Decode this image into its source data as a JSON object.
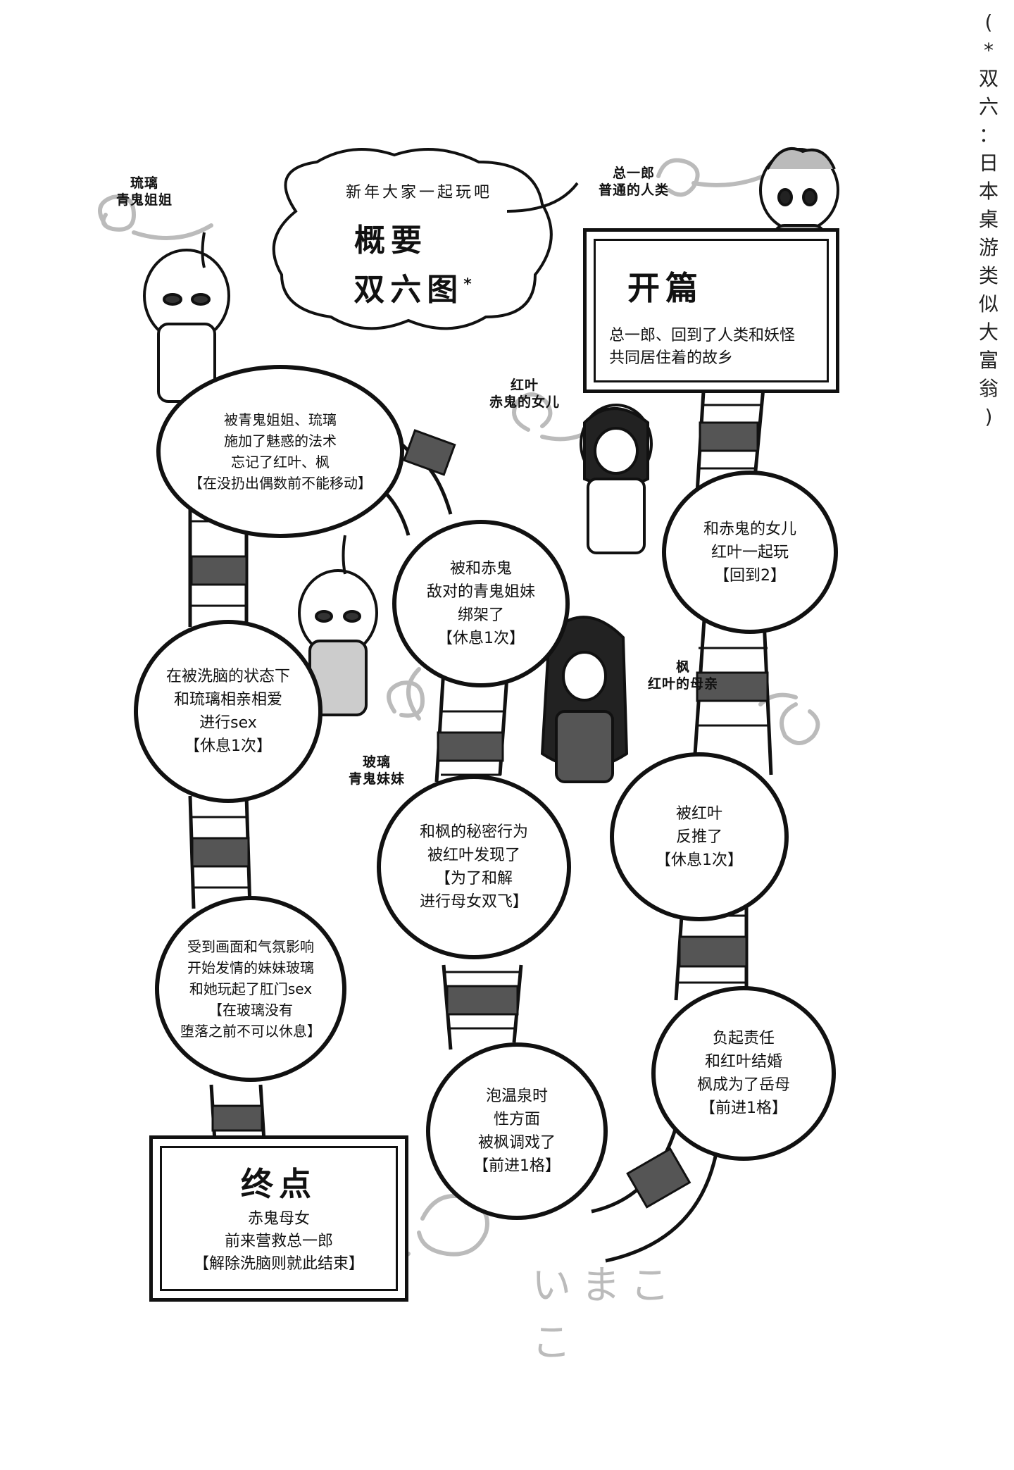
{
  "note_vertical": [
    "(",
    "*",
    "双",
    "六",
    "：",
    "日",
    "本",
    "桌",
    "游",
    "类",
    "似",
    "大",
    "富",
    "翁",
    ")"
  ],
  "bubble": {
    "line1": "新年大家一起玩吧",
    "line2": "概要",
    "line3": "双六图",
    "star": "*"
  },
  "captions": {
    "ruri_sister": [
      "琉璃",
      "青鬼姐姐"
    ],
    "souichirou": [
      "总一郎",
      "普通的人类"
    ],
    "kureha": [
      "红叶",
      "赤鬼的女儿"
    ],
    "kaede": [
      "枫",
      "红叶的母亲"
    ],
    "ruri_little": [
      "玻璃",
      "青鬼妹妹"
    ]
  },
  "start": {
    "title": "开篇",
    "lines": [
      "总一郎、回到了人类和妖怪",
      "共同居住着的故乡"
    ]
  },
  "goal": {
    "title": "终点",
    "lines": [
      "赤鬼母女",
      "前来营救总一郎",
      "【解除洗脑则就此结束】"
    ]
  },
  "cells": [
    {
      "id": "c1",
      "lines": [
        "和赤鬼的女儿",
        "红叶一起玩",
        "【回到2】"
      ]
    },
    {
      "id": "c2",
      "lines": [
        "被和赤鬼",
        "敌对的青鬼姐妹",
        "绑架了",
        "【休息1次】"
      ]
    },
    {
      "id": "c3",
      "lines": [
        "被青鬼姐姐、琉璃",
        "施加了魅惑的法术",
        "忘记了红叶、枫",
        "【在没扔出偶数前不能移动】"
      ]
    },
    {
      "id": "c4",
      "lines": [
        "在被洗脑的状态下",
        "和琉璃相亲相爱",
        "进行sex",
        "【休息1次】"
      ]
    },
    {
      "id": "c5",
      "lines": [
        "受到画面和气氛影响",
        "开始发情的妹妹玻璃",
        "和她玩起了肛门sex",
        "【在玻璃没有",
        "堕落之前不可以休息】"
      ]
    },
    {
      "id": "c6",
      "lines": [
        "和枫的秘密行为",
        "被红叶发现了",
        "【为了和解",
        "进行母女双飞】"
      ]
    },
    {
      "id": "c7",
      "lines": [
        "被红叶",
        "反推了",
        "【休息1次】"
      ]
    },
    {
      "id": "c8",
      "lines": [
        "负起责任",
        "和红叶结婚",
        "枫成为了岳母",
        "【前进1格】"
      ]
    },
    {
      "id": "c9",
      "lines": [
        "泡温泉时",
        "性方面",
        "被枫调戏了",
        "【前进1格】"
      ]
    }
  ],
  "watermark": "いまここ"
}
